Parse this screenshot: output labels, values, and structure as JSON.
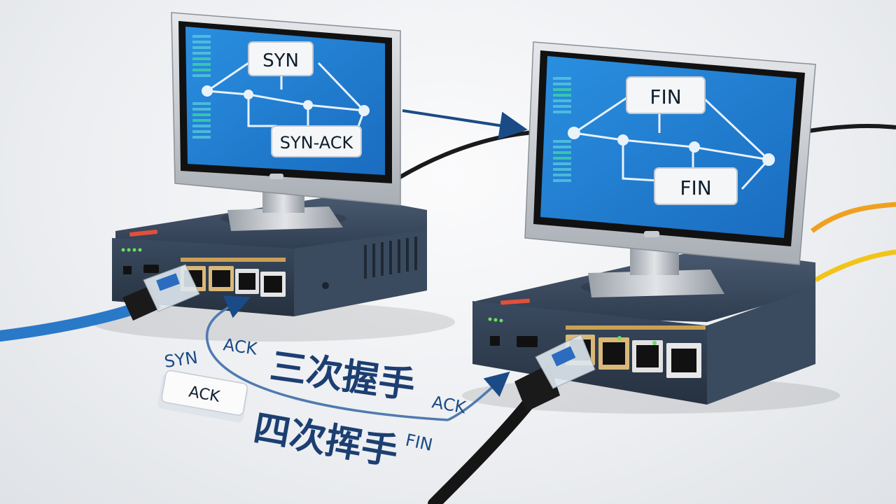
{
  "left_screen": {
    "top_label": "SYN",
    "bottom_label": "SYN-ACK"
  },
  "right_screen": {
    "top_label": "FIN",
    "bottom_label": "FIN"
  },
  "floor_labels": {
    "syn": "SYN",
    "ack_left": "ACK",
    "ack_box": "ACK",
    "ack_right": "ACK",
    "fin": "FIN",
    "three_way": "三次握手",
    "four_way": "四次挥手"
  },
  "colors": {
    "screen_blue": "#1e7fd0",
    "router_body": "#33445a",
    "arrow_blue": "#1b4b86",
    "cable_blue": "#2a78c8",
    "cable_black": "#151515",
    "cable_orange": "#f0a020",
    "cable_yellow": "#f2c418",
    "led_green": "#6adf5a",
    "accent_red": "#e0503a"
  }
}
